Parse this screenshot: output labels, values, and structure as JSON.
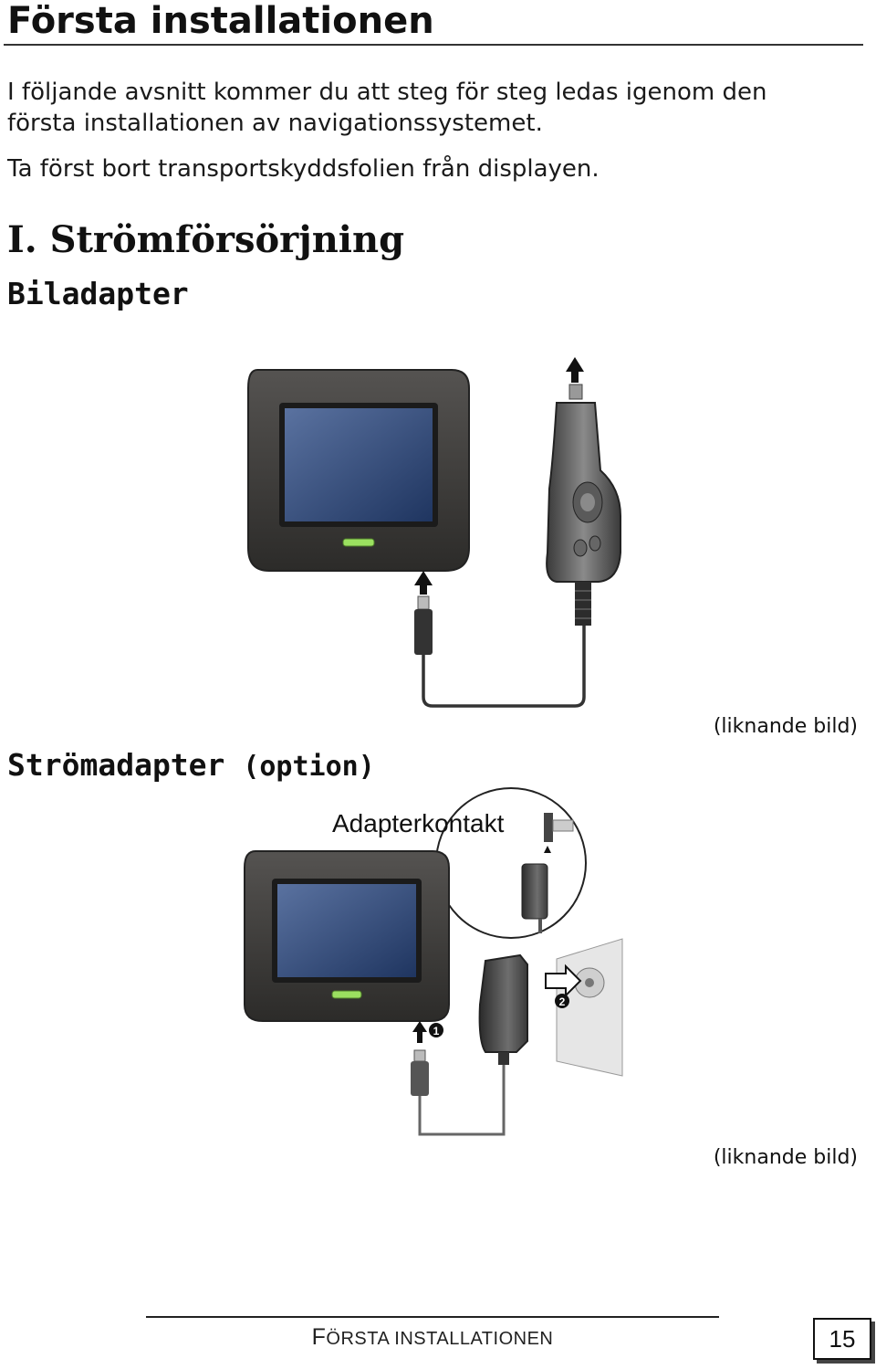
{
  "page": {
    "title": "Första installationen",
    "intro_line1": "I följande avsnitt kommer du att steg för steg ledas igenom den",
    "intro_line2": "första installationen av navigationssystemet.",
    "intro_line3": "Ta först bort transportskyddsfolien från displayen."
  },
  "section": {
    "heading": "I. Strömförsörjning",
    "car_adapter": {
      "heading": "Biladapter",
      "caption": "(liknande bild)"
    },
    "power_adapter": {
      "heading": "Strömadapter",
      "heading_suffix": "(option)",
      "inset_label": "Adapterkontakt",
      "caption": "(liknande bild)",
      "step_markers": [
        "1",
        "2"
      ]
    }
  },
  "footer": {
    "title_first": "F",
    "title_rest": "ÖRSTA INSTALLATIONEN",
    "page_number": "15"
  },
  "colors": {
    "device_body": "#3c3b39",
    "screen": "#2f4a78",
    "led": "#8fd05a"
  },
  "icons": [
    "arrow-up-icon",
    "arrow-right-icon",
    "car-charger-icon",
    "wall-adapter-icon",
    "wall-socket-icon",
    "gps-device-icon"
  ]
}
